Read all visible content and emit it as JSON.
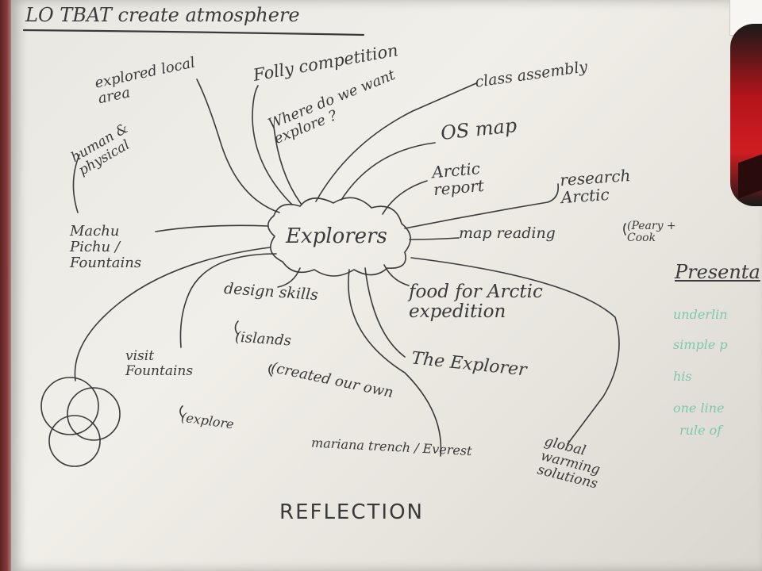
{
  "header": {
    "title": "LO TBAT create atmosphere"
  },
  "mindmap": {
    "center": "Explorers",
    "nodes": {
      "explored_local_area": "explored local area",
      "folly_competition": "Folly competition",
      "where_explore": "Where do we want explore ?",
      "class_assembly": "class assembly",
      "os_map": "OS map",
      "arctic_report": "Arctic report",
      "research_arctic": "research Arctic",
      "peary_cook": "(Peary + Cook",
      "map_reading": "map reading",
      "human_physical": "human & physical",
      "machu_picchu": "Machu Pichu / Fountains",
      "design_skills": "design skills",
      "islands": "(islands",
      "created_our_own": "(created our own",
      "food_arctic": "food for Arctic expedition",
      "the_explorer": "The Explorer",
      "visit_fountains": "visit Fountains",
      "explore": "(explore",
      "mariana_everest": "mariana trench / Everest",
      "global_warming": "global warming solutions",
      "reflection": "REFLECTION"
    }
  },
  "side_panel": {
    "heading": "Presenta",
    "items": [
      "underlin",
      "simple p",
      "his",
      "one line",
      "rule of"
    ]
  },
  "colors": {
    "ink": "#3a3a3c",
    "marker_green": "#7fc6b0",
    "board": "#ecebe5",
    "frame": "#6b2a2a"
  }
}
